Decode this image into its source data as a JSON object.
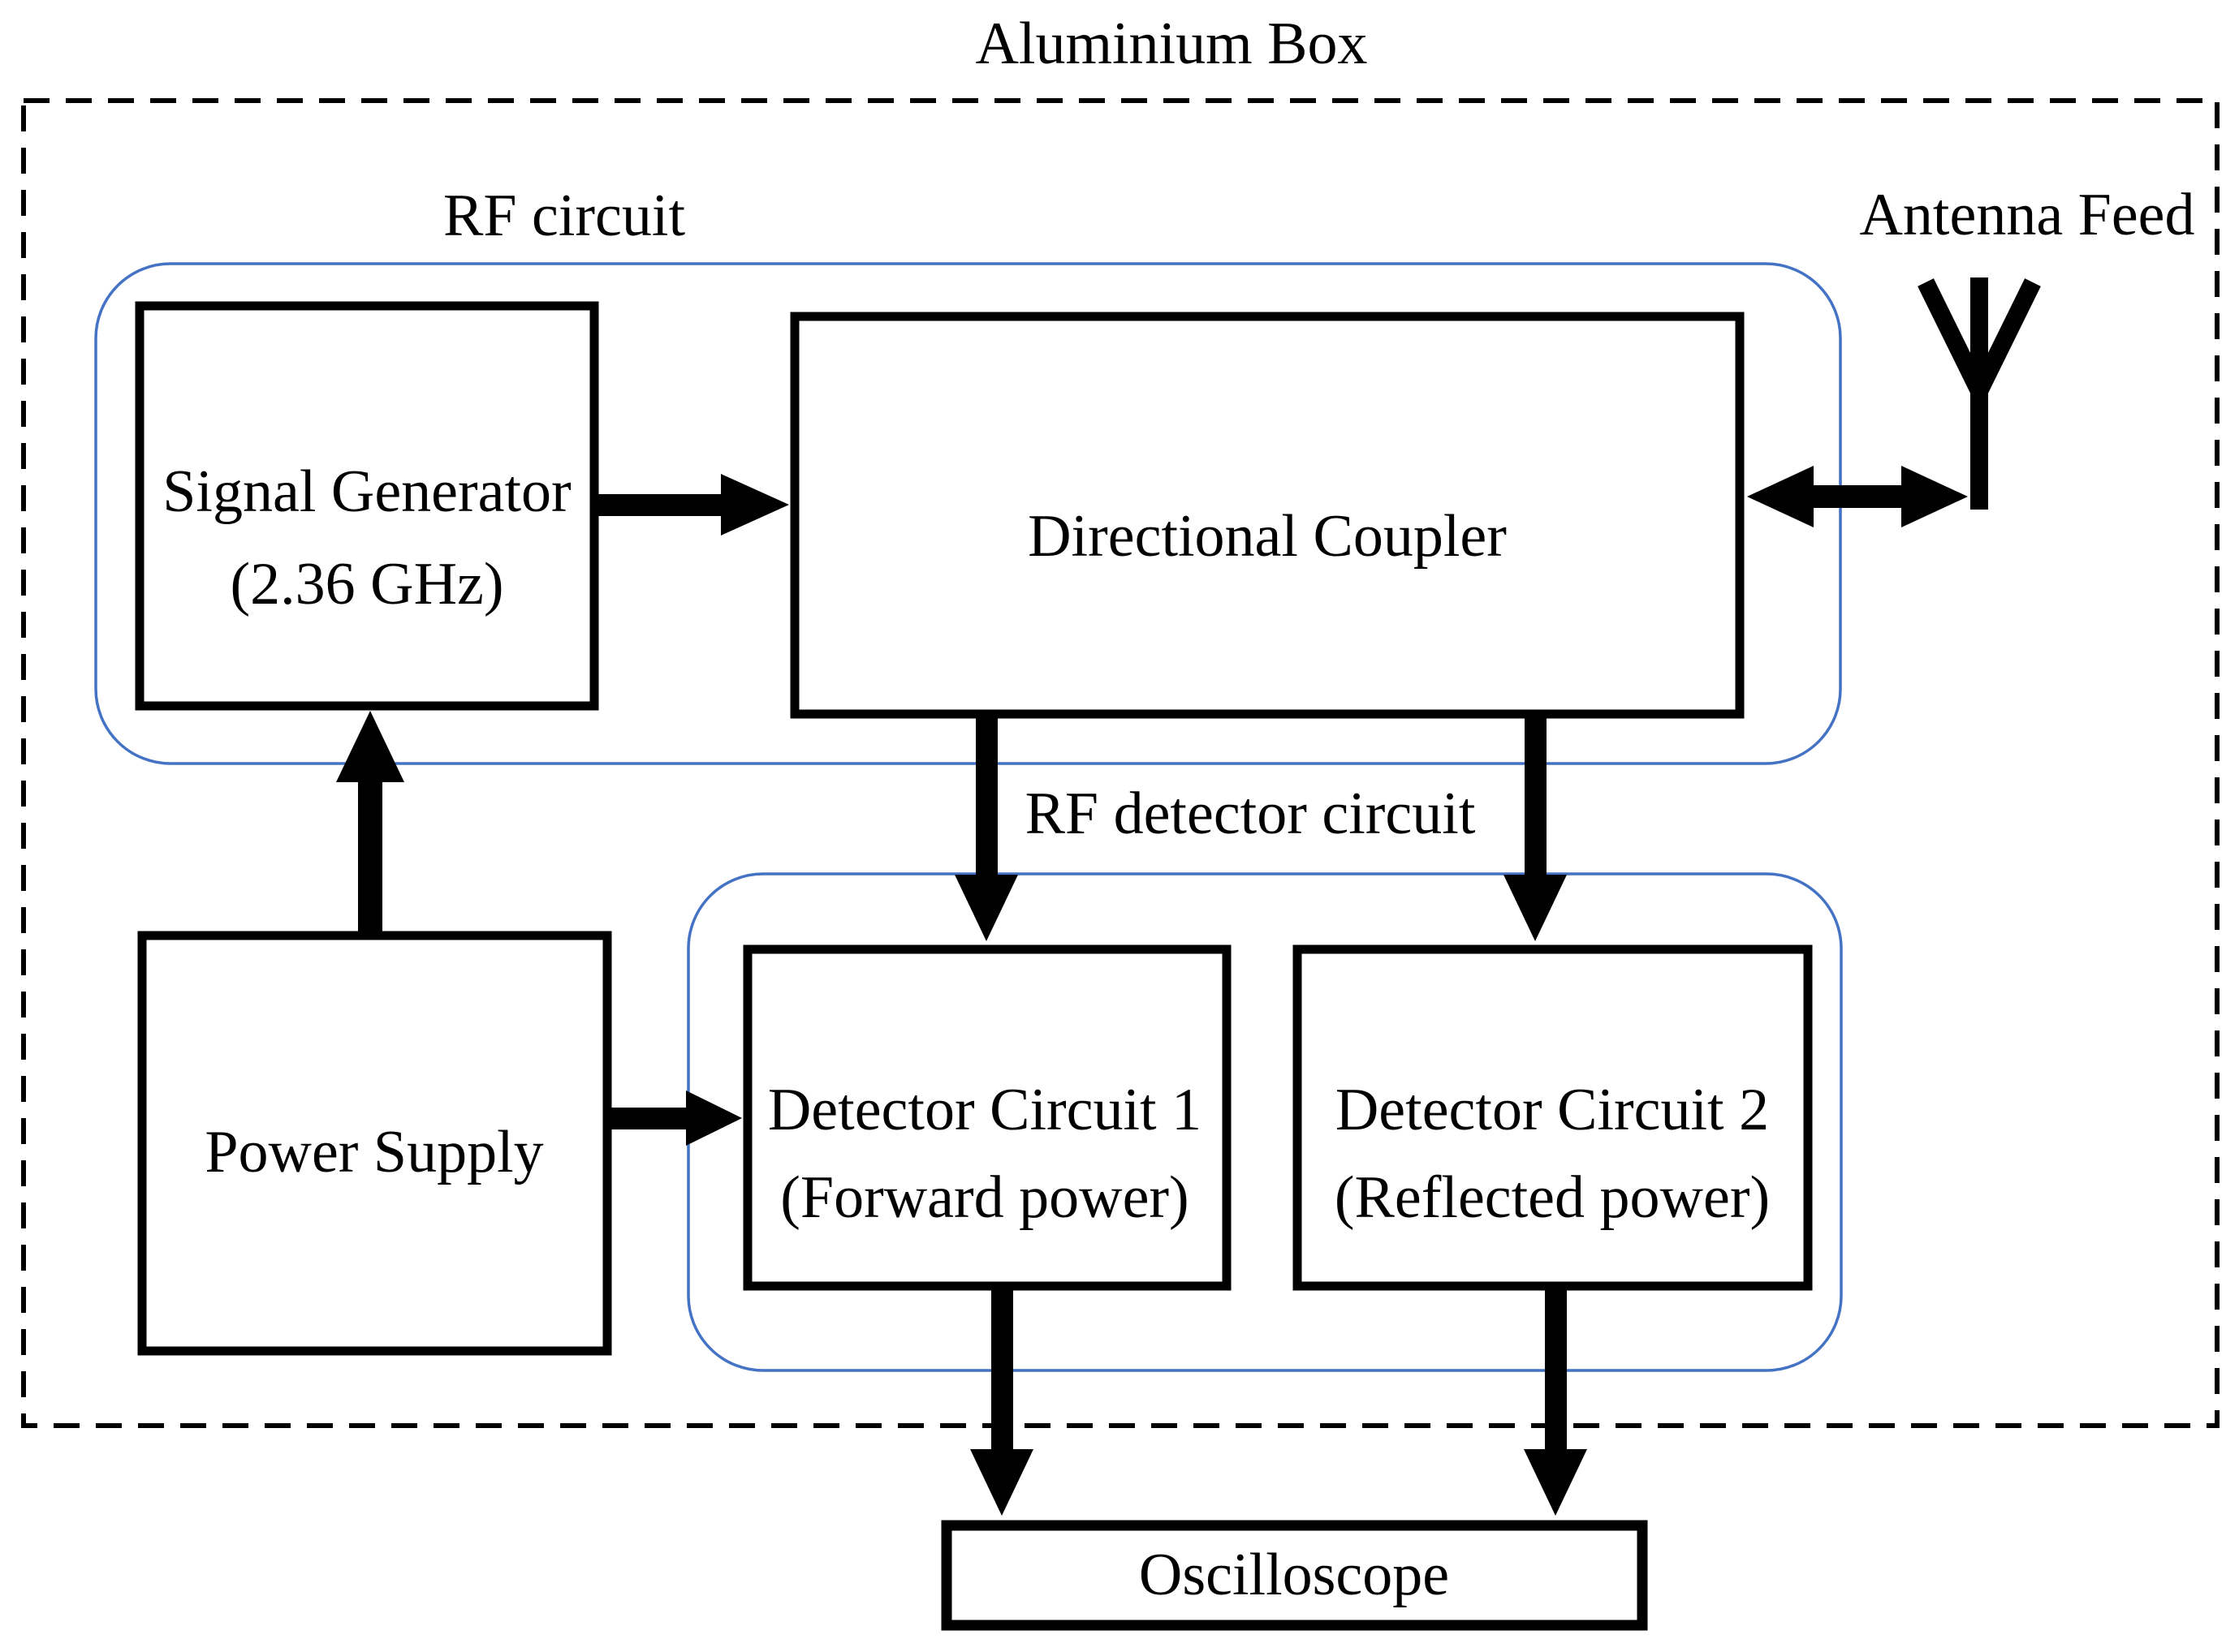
{
  "diagram": {
    "title": "Aluminium Box",
    "groups": {
      "rf_circuit": {
        "label": "RF circuit"
      },
      "rf_detector_circuit": {
        "label": "RF detector circuit"
      }
    },
    "blocks": {
      "signal_generator": {
        "line1": "Signal Generator",
        "line2": "(2.36 GHz)"
      },
      "directional_coupler": {
        "label": "Directional Coupler"
      },
      "power_supply": {
        "label": "Power Supply"
      },
      "detector1": {
        "line1": "Detector Circuit 1",
        "line2": "(Forward power)"
      },
      "detector2": {
        "line1": "Detector Circuit 2",
        "line2": "(Reflected power)"
      },
      "oscilloscope": {
        "label": "Oscilloscope"
      }
    },
    "antenna": {
      "label": "Antenna Feed"
    },
    "colors": {
      "group_outline": "#4472C4",
      "line": "#000000",
      "background": "#ffffff"
    }
  }
}
